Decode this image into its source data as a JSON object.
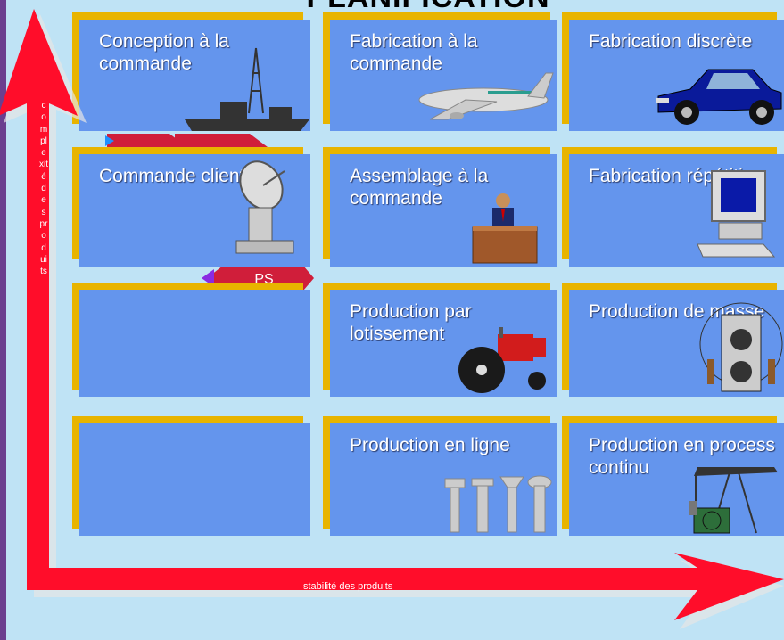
{
  "title": "PLANIFICATION",
  "axes": {
    "vertical_label": "complexité des produits",
    "horizontal_label": "stabilité des produits"
  },
  "colors": {
    "background": "#bfe3f5",
    "card": "#6495ed",
    "card_shadow": "#e8b400",
    "arrow": "#ff0d2a",
    "left_bar": "#6b3f8f"
  },
  "cards": [
    {
      "row": 1,
      "col": 1,
      "label": "Conception à la commande",
      "icon": "oil-rig-ship-icon"
    },
    {
      "row": 1,
      "col": 2,
      "label": "Fabrication à la commande",
      "icon": "airplane-icon"
    },
    {
      "row": 1,
      "col": 3,
      "label": "Fabrication discrète",
      "icon": "car-icon"
    },
    {
      "row": 2,
      "col": 1,
      "label": "Commande client",
      "icon": "satellite-dish-icon"
    },
    {
      "row": 2,
      "col": 2,
      "label": "Assemblage à la commande",
      "icon": "person-desk-icon"
    },
    {
      "row": 2,
      "col": 3,
      "label": "Fabrication répétitive",
      "icon": "computer-icon"
    },
    {
      "row": 3,
      "col": 1,
      "label": "",
      "icon": ""
    },
    {
      "row": 3,
      "col": 2,
      "label": "Production par lotissement",
      "icon": "tractor-icon"
    },
    {
      "row": 3,
      "col": 3,
      "label": "Production de masse",
      "icon": "speaker-icon"
    },
    {
      "row": 4,
      "col": 1,
      "label": "",
      "icon": ""
    },
    {
      "row": 4,
      "col": 2,
      "label": "Production en ligne",
      "icon": "bolts-icon"
    },
    {
      "row": 4,
      "col": 3,
      "label": "Production en process continu",
      "icon": "pumpjack-icon"
    }
  ],
  "background_shape_label": "PS"
}
